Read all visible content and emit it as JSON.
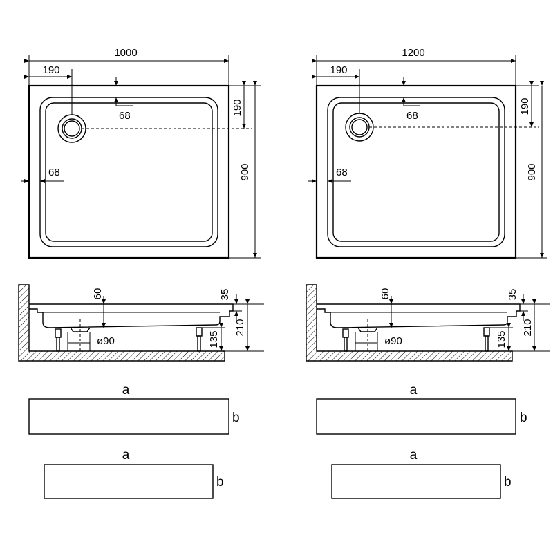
{
  "left": {
    "width": "1000",
    "length": "900",
    "drain_offset_x": "190",
    "drain_offset_y": "190",
    "rim_top": "68",
    "rim_side": "68",
    "depth": "60",
    "rim_height": "35",
    "total_height": "210",
    "leg_height": "135",
    "drain_diameter": "ø90"
  },
  "right": {
    "width": "1200",
    "length": "900",
    "drain_offset_x": "190",
    "drain_offset_y": "190",
    "rim_top": "68",
    "rim_side": "68",
    "depth": "60",
    "rim_height": "35",
    "total_height": "210",
    "leg_height": "135",
    "drain_diameter": "ø90"
  },
  "panels": {
    "left_long": {
      "a": "a",
      "b": "b"
    },
    "left_short": {
      "a": "a",
      "b": "b"
    },
    "right_long": {
      "a": "a",
      "b": "b"
    },
    "right_short": {
      "a": "a",
      "b": "b"
    }
  }
}
